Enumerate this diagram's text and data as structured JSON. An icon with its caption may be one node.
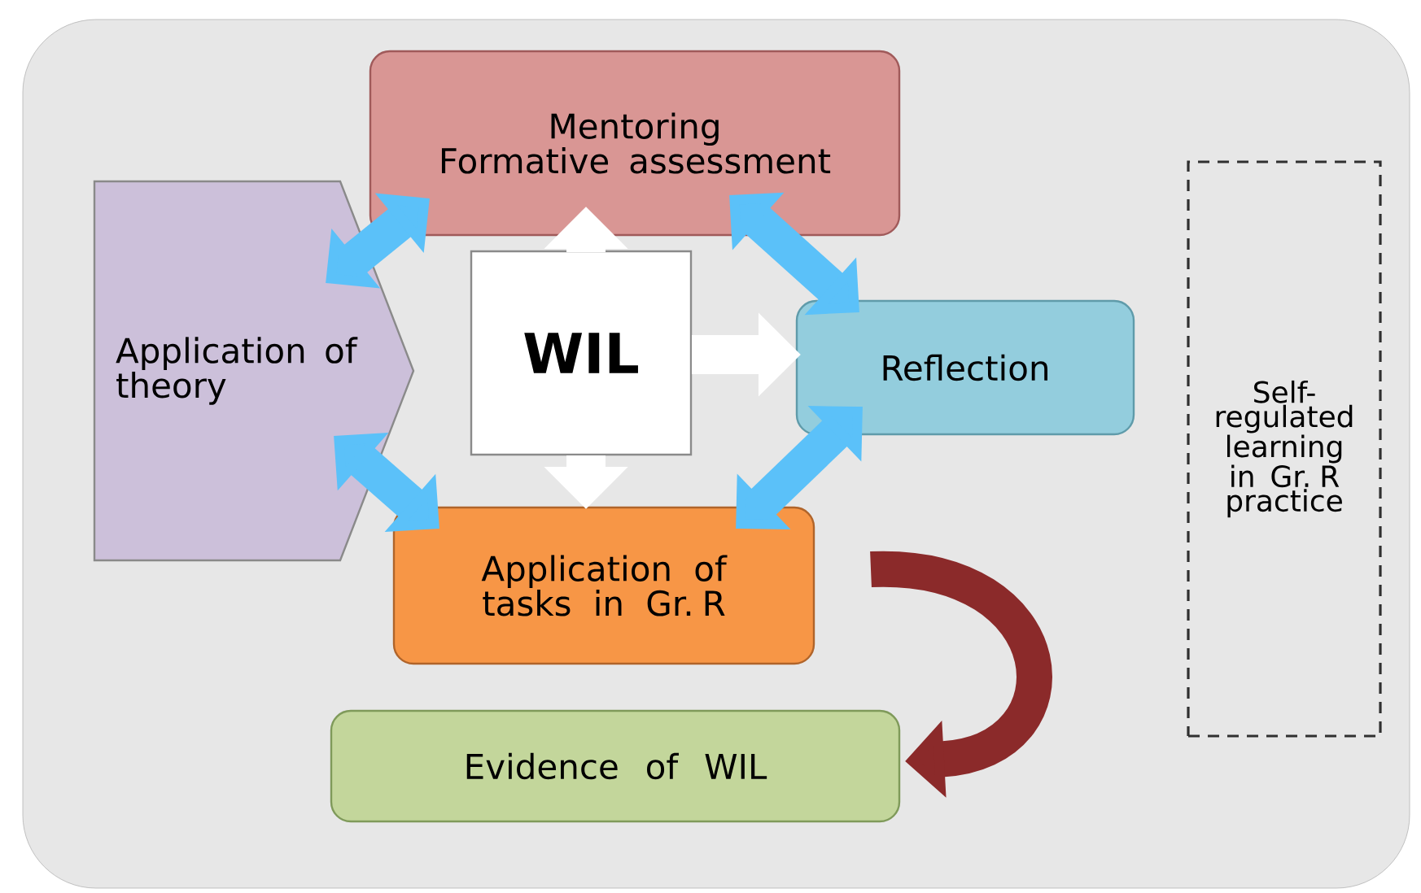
{
  "diagram": {
    "nodes": [
      {
        "text": [
          "Mentoring",
          "Formative assessment"
        ]
      },
      {
        "text": [
          "Application of theory"
        ]
      },
      {
        "text": [
          "WIL"
        ]
      },
      {
        "text": [
          "Reflection"
        ]
      },
      {
        "text": [
          "Application of tasks in Gr. R"
        ]
      },
      {
        "text": [
          "Evidence of WIL"
        ]
      },
      {
        "text": [
          "Self-regulated learning in Gr. R practice"
        ]
      }
    ],
    "edges": [
      {
        "from": 2,
        "to": 0,
        "arrow": "to",
        "color": "#ffffff"
      },
      {
        "from": 2,
        "to": 3,
        "arrow": "to",
        "color": "#ffffff"
      },
      {
        "from": 2,
        "to": 4,
        "arrow": "to",
        "color": "#ffffff"
      },
      {
        "from": 1,
        "to": 0,
        "arrow": "both",
        "color": "#5bc1f9"
      },
      {
        "from": 0,
        "to": 3,
        "arrow": "both",
        "color": "#5bc1f9"
      },
      {
        "from": 1,
        "to": 4,
        "arrow": "both",
        "color": "#5bc1f9"
      },
      {
        "from": 4,
        "to": 3,
        "arrow": "both",
        "color": "#5bc1f9"
      },
      {
        "from": 4,
        "to": 5,
        "arrow": "to",
        "color": "#8b2a2a"
      }
    ]
  }
}
